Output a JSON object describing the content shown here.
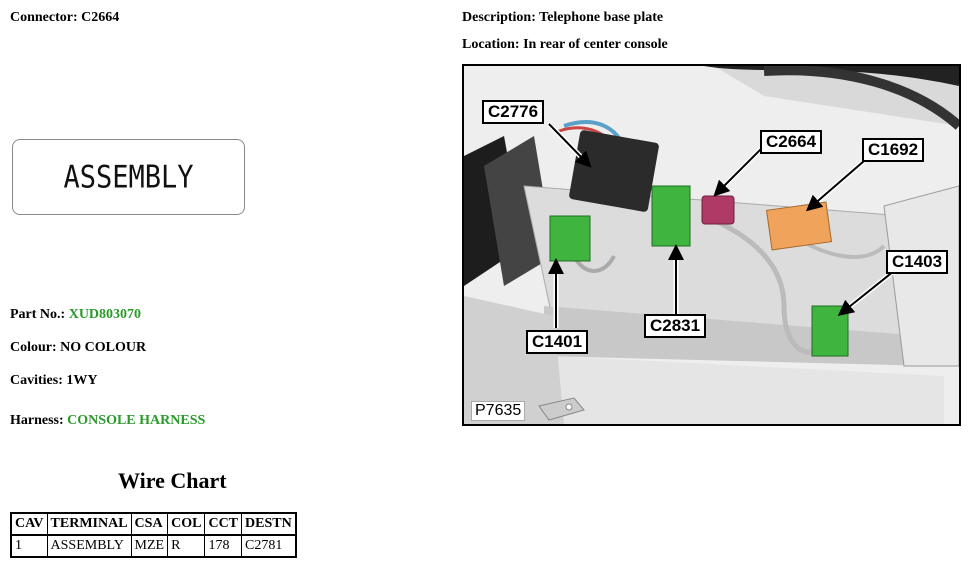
{
  "connector": {
    "label": "Connector:",
    "value": "C2664"
  },
  "description": {
    "label": "Description:",
    "value": "Telephone base plate"
  },
  "location": {
    "label": "Location:",
    "value": "In rear of center console"
  },
  "assembly_text": "ASSEMBLY",
  "part_no": {
    "label": "Part No.:",
    "value": "XUD803070"
  },
  "colour": {
    "label": "Colour:",
    "value": "NO COLOUR"
  },
  "cavities": {
    "label": "Cavities:",
    "value": "1WY"
  },
  "harness": {
    "label": "Harness:",
    "value": "CONSOLE HARNESS"
  },
  "wire_chart": {
    "title": "Wire Chart",
    "headers": [
      "CAV",
      "TERMINAL",
      "CSA",
      "COL",
      "CCT",
      "DESTN"
    ],
    "rows": [
      [
        "1",
        "ASSEMBLY",
        "MZE",
        "R",
        "178",
        "C2781"
      ]
    ]
  },
  "photo": {
    "callouts": [
      "C2776",
      "C2664",
      "C1692",
      "C1403",
      "C1401",
      "C2831"
    ],
    "ref": "P7635"
  },
  "colors": {
    "green_value": "#2a9a2a",
    "connector_green": "#3fb53f",
    "connector_pink": "#b03a66",
    "connector_orange": "#f0a35a"
  }
}
